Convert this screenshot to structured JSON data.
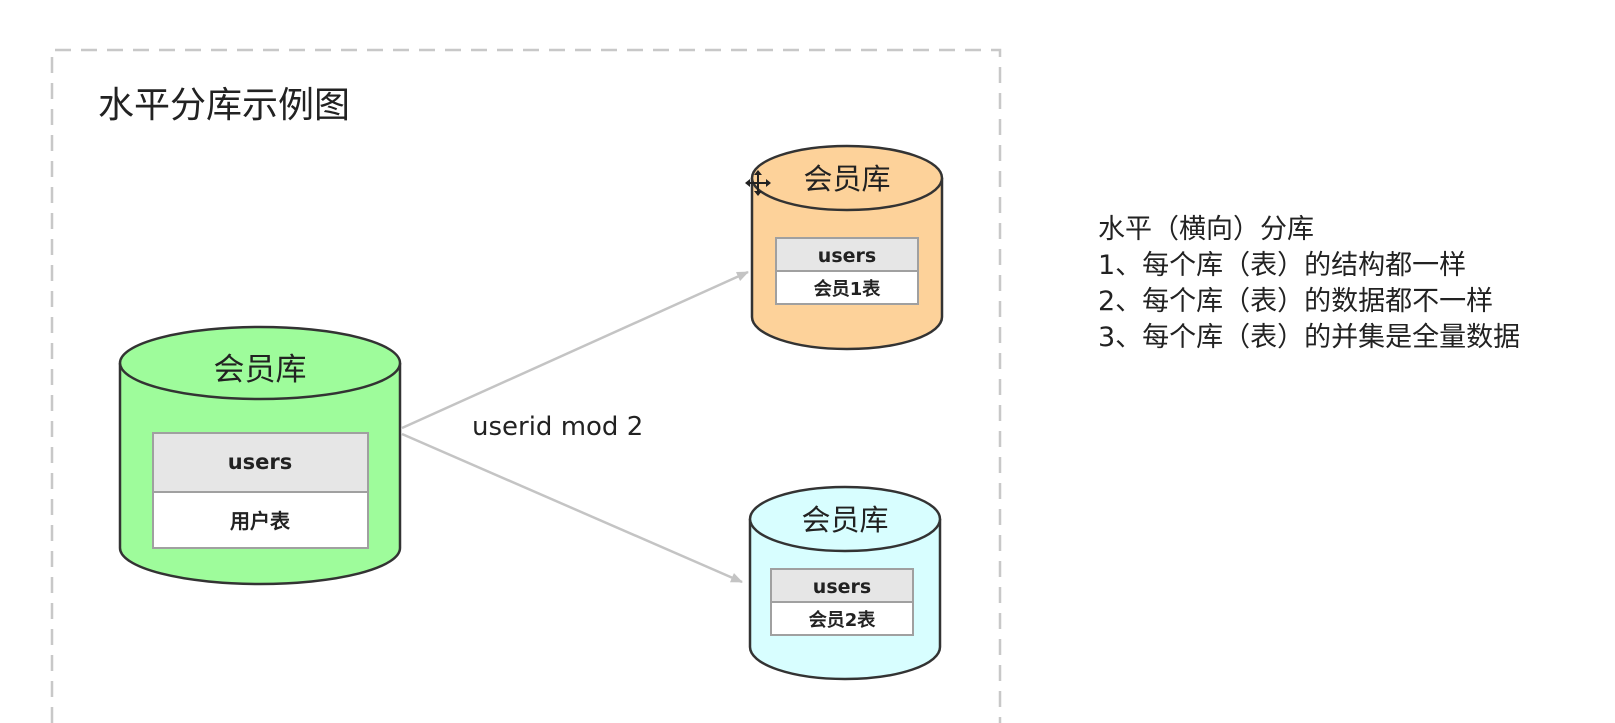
{
  "diagram": {
    "title": "水平分库示例图",
    "edge_label": "userid mod 2",
    "nodes": {
      "source": {
        "db_label": "会员库",
        "table_header": "users",
        "table_name": "用户表",
        "fill_color": "#9efc9b"
      },
      "target1": {
        "db_label": "会员库",
        "table_header": "users",
        "table_name": "会员1表",
        "fill_color": "#fdd29a"
      },
      "target2": {
        "db_label": "会员库",
        "table_header": "users",
        "table_name": "会员2表",
        "fill_color": "#d8feff"
      }
    }
  },
  "notes": {
    "lines": [
      "水平（横向）分库",
      "1、每个库（表）的结构都一样",
      "2、每个库（表）的数据都不一样",
      "3、每个库（表）的并集是全量数据"
    ]
  },
  "colors": {
    "border_dashed": "#c8c8c8",
    "arrow": "#c4c4c4",
    "table_header_fill": "#e6e6e6",
    "table_border": "#a0a0a0",
    "outline": "#333333"
  }
}
